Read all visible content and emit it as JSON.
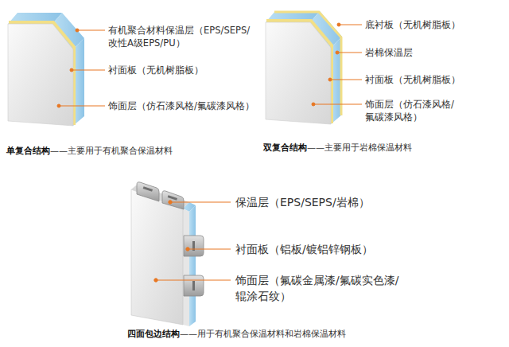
{
  "diagram": {
    "labels": [
      "有机聚合材料保温层（EPS/SEPS/ 改性A级EPS/PU）",
      "衬面板（无机树脂板）",
      "饰面层（仿石漆风格/氟碳漆风格）",
      "单复合结构",
      "——主要用于有机聚合保温材料",
      "底衬板（无机树脂板）",
      "岩棉保温层",
      "衬面板（无机树脂板）",
      "饰面层（仿石漆风格/氟碳漆风格）",
      "双复合结构",
      "——主要用于岩棉保温材料",
      "保温层（EPS/SEPS/岩棉）",
      "衬面板（铝板/镀铝锌钢板）",
      "饰面层（氟碳金属漆/氟碳实色漆/ 辊涂石纹）",
      "四面包边结构",
      "——用于有机聚合保温材料和岩棉保温材料"
    ]
  }
}
